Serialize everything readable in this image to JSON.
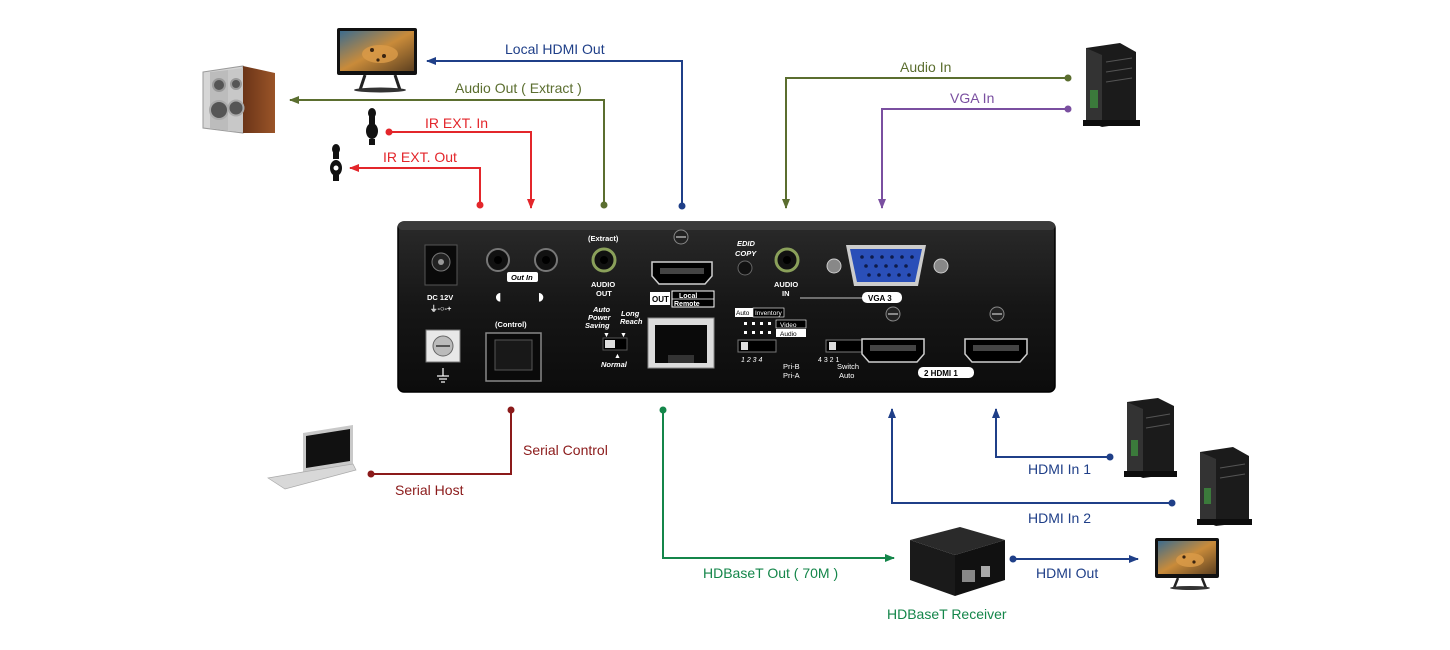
{
  "colors": {
    "hdmi": "#1f3f88",
    "audio": "#5b6e2f",
    "ir": "#e3262b",
    "vga": "#7a4fa0",
    "serial": "#8b1a1a",
    "hdbaset": "#14864a",
    "panel": "#1a1a1a"
  },
  "connections": {
    "local_hdmi_out": "Local HDMI Out",
    "audio_out_extract": "Audio Out ( Extract )",
    "ir_ext_in": "IR EXT. In",
    "ir_ext_out": "IR EXT. Out",
    "audio_in": "Audio In",
    "vga_in": "VGA In",
    "serial_control": "Serial Control",
    "serial_host": "Serial Host",
    "hdbaset_out": "HDBaseT Out ( 70M )",
    "hdmi_in_1": "HDMI In 1",
    "hdmi_in_2": "HDMI In 2",
    "hdmi_out": "HDMI Out"
  },
  "devices": {
    "hdbaset_receiver": "HDBaseT Receiver",
    "icons": [
      "monitor-icon",
      "speaker-icon",
      "ir-sensor-icon",
      "ir-emitter-icon",
      "pc-tower-icon",
      "laptop-icon",
      "receiver-box-icon"
    ]
  },
  "panel": {
    "dc": "DC 12V",
    "out_in": "Out In",
    "control": "(Control)",
    "extract": "(Extract)",
    "audio_out_line1": "AUDIO",
    "audio_out_line2": "OUT",
    "auto_power_line1": "Auto",
    "auto_power_line2": "Power",
    "auto_power_line3": "Saving",
    "long_reach_line1": "Long",
    "long_reach_line2": "Reach",
    "normal": "Normal",
    "out": "OUT",
    "local": "Local",
    "remote": "Remote",
    "edid_line1": "EDID",
    "edid_line2": "COPY",
    "audio_in_line1": "AUDIO",
    "audio_in_line2": "IN",
    "vga_badge": "VGA 3",
    "auto": "Auto",
    "inventory": "Inventory",
    "video": "Video",
    "audio": "Audio",
    "dip_numbers": "1 2 3 4",
    "dip_numbers_rev": "4 3 2 1",
    "pri_b": "Pri-B",
    "pri_a": "Pri-A",
    "switch": "Switch",
    "auto2": "Auto",
    "hdmi_badge": "2 HDMI 1"
  }
}
